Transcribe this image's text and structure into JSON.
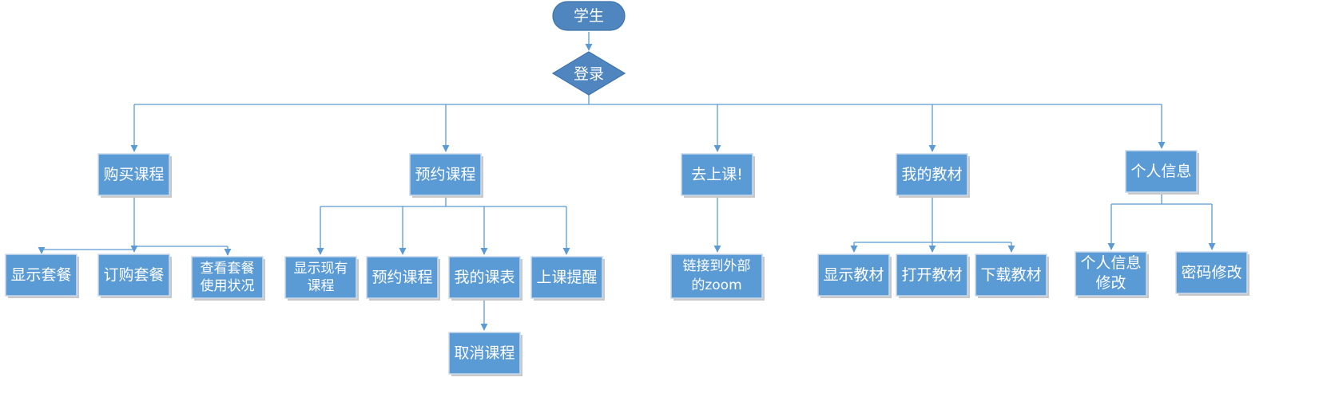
{
  "diagram": {
    "start": "学生",
    "login": "登录",
    "branches": {
      "buy": {
        "label": "购买课程",
        "children": [
          "显示套餐",
          "订购套餐",
          [
            "查看套餐",
            "使用状况"
          ]
        ]
      },
      "reserve": {
        "label": "预约课程",
        "children": [
          [
            "显示现有",
            "课程"
          ],
          "预约课程",
          "我的课表",
          "上课提醒"
        ],
        "sub": "取消课程"
      },
      "class": {
        "label": "去上课!",
        "children": [
          [
            "链接到外部",
            "的zoom"
          ]
        ]
      },
      "material": {
        "label": "我的教材",
        "children": [
          "显示教材",
          "打开教材",
          "下载教材"
        ]
      },
      "profile": {
        "label": "个人信息",
        "children": [
          [
            "个人信息",
            "修改"
          ],
          "密码修改"
        ]
      }
    }
  },
  "colors": {
    "box_fill": "#5b9bd5",
    "start_fill": "#4f86c0",
    "line": "#5b9bd5",
    "text": "#ffffff"
  }
}
